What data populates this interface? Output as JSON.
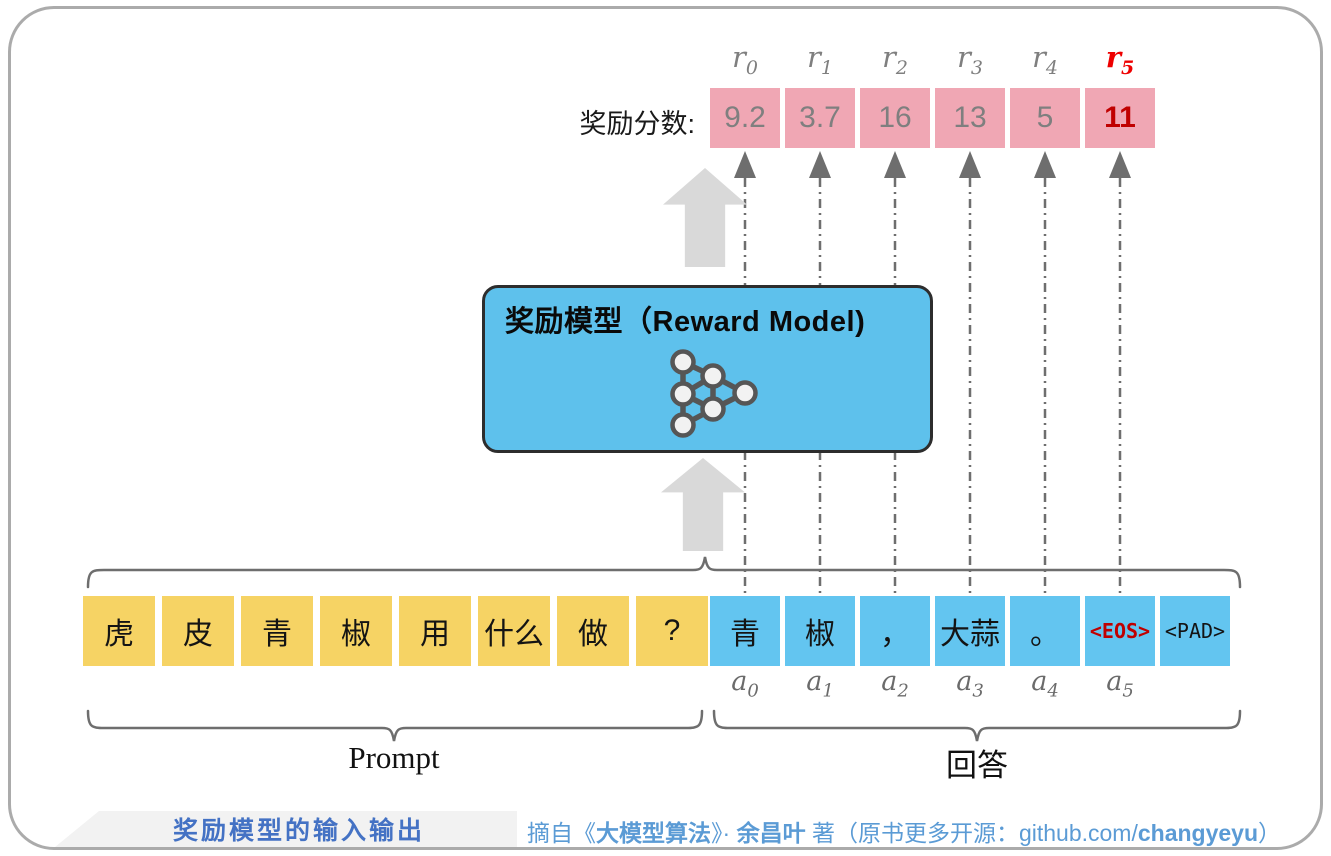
{
  "reward_row": {
    "label": "奖励分数:",
    "items": [
      {
        "var": "r",
        "sub": "0",
        "score": "9.2",
        "highlight": false
      },
      {
        "var": "r",
        "sub": "1",
        "score": "3.7",
        "highlight": false
      },
      {
        "var": "r",
        "sub": "2",
        "score": "16",
        "highlight": false
      },
      {
        "var": "r",
        "sub": "3",
        "score": "13",
        "highlight": false
      },
      {
        "var": "r",
        "sub": "4",
        "score": "5",
        "highlight": false
      },
      {
        "var": "r",
        "sub": "5",
        "score": "11",
        "highlight": true
      }
    ]
  },
  "model": {
    "title": "奖励模型（Reward Model)"
  },
  "tokens": {
    "prompt": [
      "虎",
      "皮",
      "青",
      "椒",
      "用",
      "什么",
      "做",
      "?"
    ],
    "response": [
      {
        "text": "青",
        "special": false,
        "highlight": false,
        "var": "a",
        "sub": "0"
      },
      {
        "text": "椒",
        "special": false,
        "highlight": false,
        "var": "a",
        "sub": "1"
      },
      {
        "text": "，",
        "special": false,
        "highlight": false,
        "var": "a",
        "sub": "2"
      },
      {
        "text": "大蒜",
        "special": false,
        "highlight": false,
        "var": "a",
        "sub": "3"
      },
      {
        "text": "。",
        "special": false,
        "highlight": false,
        "var": "a",
        "sub": "4"
      },
      {
        "text": "<EOS>",
        "special": true,
        "highlight": true,
        "var": "a",
        "sub": "5"
      },
      {
        "text": "<PAD>",
        "special": true,
        "highlight": false,
        "var": null,
        "sub": null
      }
    ]
  },
  "braces": {
    "prompt_label": "Prompt",
    "response_label": "回答"
  },
  "footer": {
    "caption": "奖励模型的输入输出",
    "attribution_parts": [
      {
        "t": "摘自《",
        "b": false
      },
      {
        "t": "大模型算法",
        "b": true
      },
      {
        "t": "》· ",
        "b": false
      },
      {
        "t": "余昌叶",
        "b": true
      },
      {
        "t": " 著（原书更多开源：",
        "b": false
      },
      {
        "t": "github.com/",
        "b": false
      },
      {
        "t": "changyeyu",
        "b": true
      },
      {
        "t": "）",
        "b": false
      }
    ]
  },
  "colors": {
    "frame_border": "#ABABAB",
    "pink_box": "#F0A7B4",
    "score_text": "#7F7F7F",
    "highlight_red": "#C00000",
    "bright_red": "#EE0000",
    "yellow_token": "#F6D364",
    "blue_token": "#63C5F0",
    "model_blue": "#5EC1EC",
    "arrow_gray": "#D9D9D9",
    "line_gray": "#6E6E6E",
    "caption_blue": "#4472C4",
    "attribution_blue": "#5B9BD5",
    "panel_gray": "#F2F2F2"
  }
}
